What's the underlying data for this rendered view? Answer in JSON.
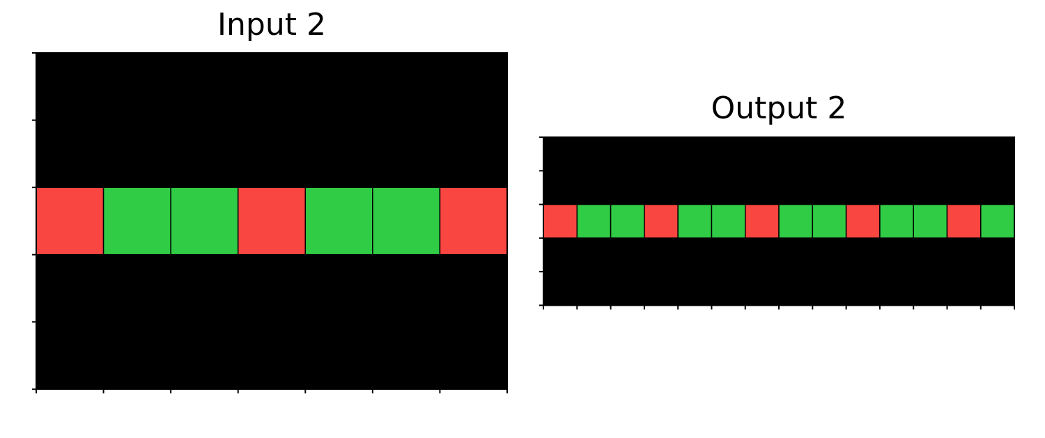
{
  "panels": {
    "input": {
      "title": "Input 2",
      "grid": [
        [
          0,
          0,
          0,
          0,
          0,
          0,
          0
        ],
        [
          0,
          0,
          0,
          0,
          0,
          0,
          0
        ],
        [
          2,
          3,
          3,
          2,
          3,
          3,
          2
        ],
        [
          0,
          0,
          0,
          0,
          0,
          0,
          0
        ],
        [
          0,
          0,
          0,
          0,
          0,
          0,
          0
        ]
      ]
    },
    "output": {
      "title": "Output 2",
      "grid": [
        [
          0,
          0,
          0,
          0,
          0,
          0,
          0,
          0,
          0,
          0,
          0,
          0,
          0,
          0
        ],
        [
          0,
          0,
          0,
          0,
          0,
          0,
          0,
          0,
          0,
          0,
          0,
          0,
          0,
          0
        ],
        [
          2,
          3,
          3,
          2,
          3,
          3,
          2,
          3,
          3,
          2,
          3,
          3,
          2,
          3
        ],
        [
          0,
          0,
          0,
          0,
          0,
          0,
          0,
          0,
          0,
          0,
          0,
          0,
          0,
          0
        ],
        [
          0,
          0,
          0,
          0,
          0,
          0,
          0,
          0,
          0,
          0,
          0,
          0,
          0,
          0
        ]
      ]
    }
  },
  "palette": {
    "0": "#000000",
    "2": "#F94640",
    "3": "#30CC45"
  }
}
